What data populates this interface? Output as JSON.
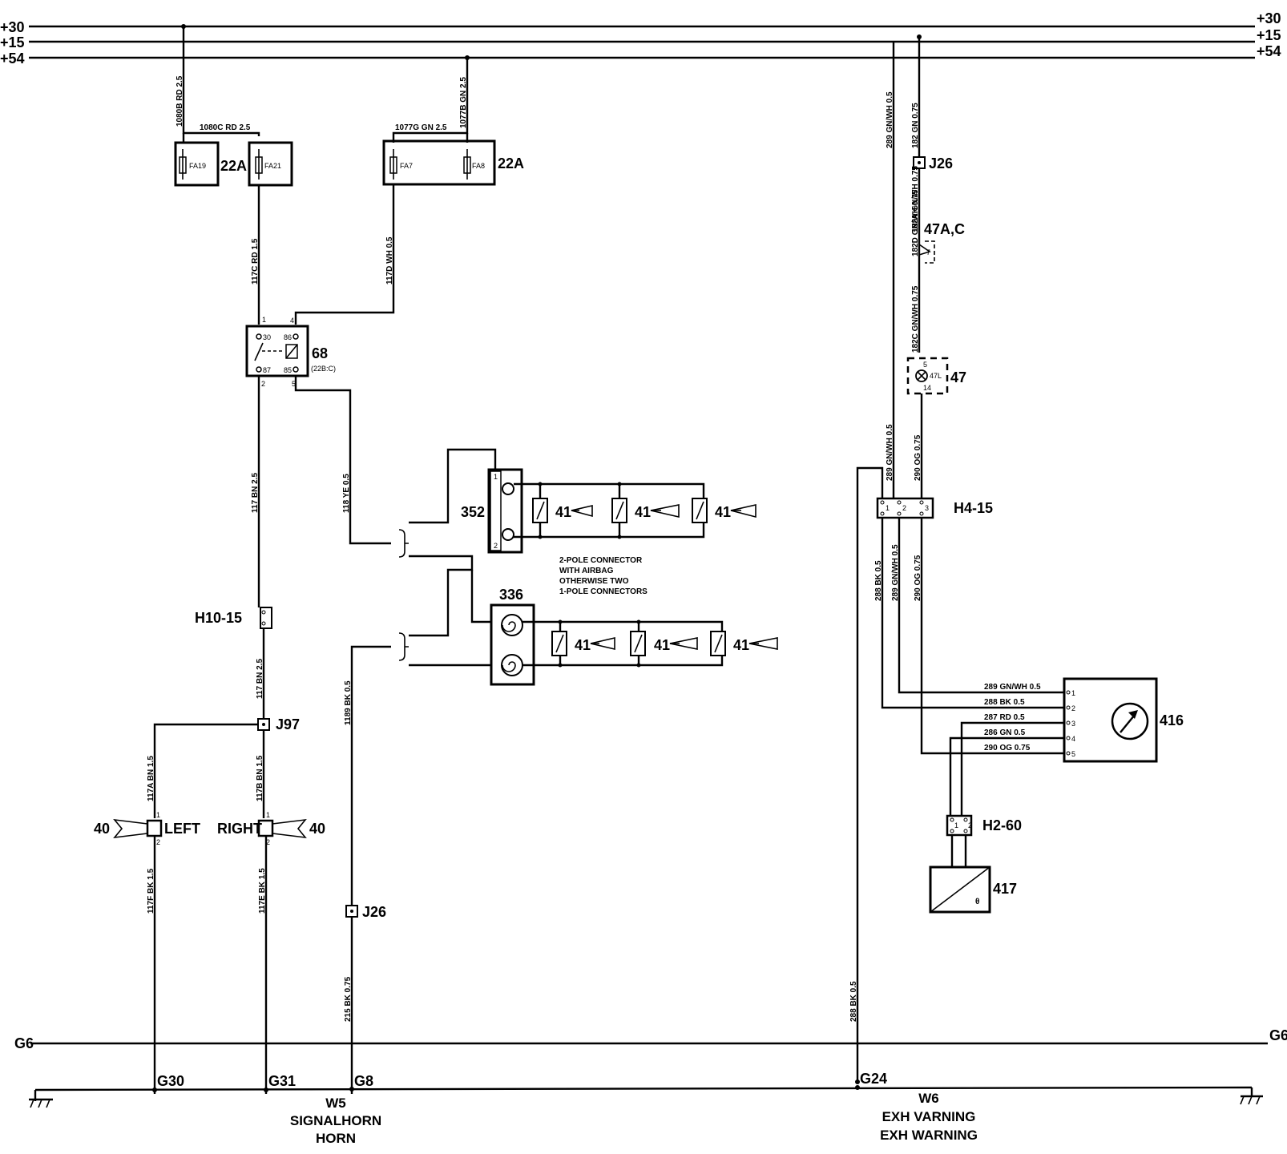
{
  "rails": {
    "r30": "+30",
    "r15": "+15",
    "r54": "+54",
    "g6": "G6"
  },
  "fuses": {
    "fa19": "FA19",
    "fa21": "FA21",
    "fa7": "FA7",
    "fa8": "FA8",
    "rating_left": "22A",
    "rating_right": "22A"
  },
  "wires": {
    "w1080b": "1080B RD 2.5",
    "w1080c": "1080C RD 2.5",
    "w1077g": "1077G GN 2.5",
    "w1077b": "1077B GN 2.5",
    "w117c": "117C RD 1.5",
    "w117d": "117D WH 0.5",
    "w117bn_a": "117 BN 2.5",
    "w118": "118 YE 0.5",
    "w117bn_b": "117 BN 2.5",
    "w117a": "117A BN 1.5",
    "w117b": "117B BN 1.5",
    "w117f": "117F BK 1.5",
    "w117e": "117E BK 1.5",
    "w1189": "1189 BK 0.5",
    "w215": "215 BK 0.75",
    "w289_top": "289 GN/WH 0.5",
    "w182": "182 GN 0.75",
    "w182a": "182A GN/WH 0.75",
    "w182d": "182D GN/WH 0.75",
    "w182c": "182C GN/WH 0.75",
    "w289_mid": "289 GN/WH 0.5",
    "w290_mid": "290 OG 0.75",
    "w288_low": "288 BK 0.5",
    "w289_low": "289 GN/WH 0.5",
    "w290_low": "290 OG 0.75",
    "w288_g24": "288 BK 0.5",
    "h416_1": "289 GN/WH 0.5",
    "h416_2": "288 BK 0.5",
    "h416_3": "287 RD 0.5",
    "h416_4": "286 GN 0.5",
    "h416_5": "290 OG 0.75"
  },
  "components": {
    "relay": "68",
    "relay_ref": "(22B:C)",
    "relay_pins": {
      "p30": "30",
      "p86": "86",
      "p87": "87",
      "p85": "85",
      "n1": "1",
      "n4": "4",
      "n2": "2",
      "n5": "5"
    },
    "c352": "352",
    "c336": "336",
    "c41": "41",
    "connector_note": [
      "2-POLE CONNECTOR",
      "WITH AIRBAG",
      "OTHERWISE TWO",
      "1-POLE CONNECTORS"
    ],
    "h10": "H10-15",
    "j97": "J97",
    "horn_num": "40",
    "left": "LEFT",
    "right": "RIGHT",
    "j26_left": "J26",
    "j26_right": "J26",
    "c47ac": "47A,C",
    "c47": "47",
    "c47_inner": "47L",
    "h4": "H4-15",
    "c416": "416",
    "h2": "H2-60",
    "c417": "417",
    "c417_sym": "θ"
  },
  "grounds": {
    "g30": "G30",
    "g31": "G31",
    "g8": "G8",
    "g24": "G24"
  },
  "footer": {
    "w5_code": "W5",
    "w5_sv": "SIGNALHORN",
    "w5_en": "HORN",
    "w6_code": "W6",
    "w6_sv": "EXH VARNING",
    "w6_en": "EXH WARNING"
  }
}
